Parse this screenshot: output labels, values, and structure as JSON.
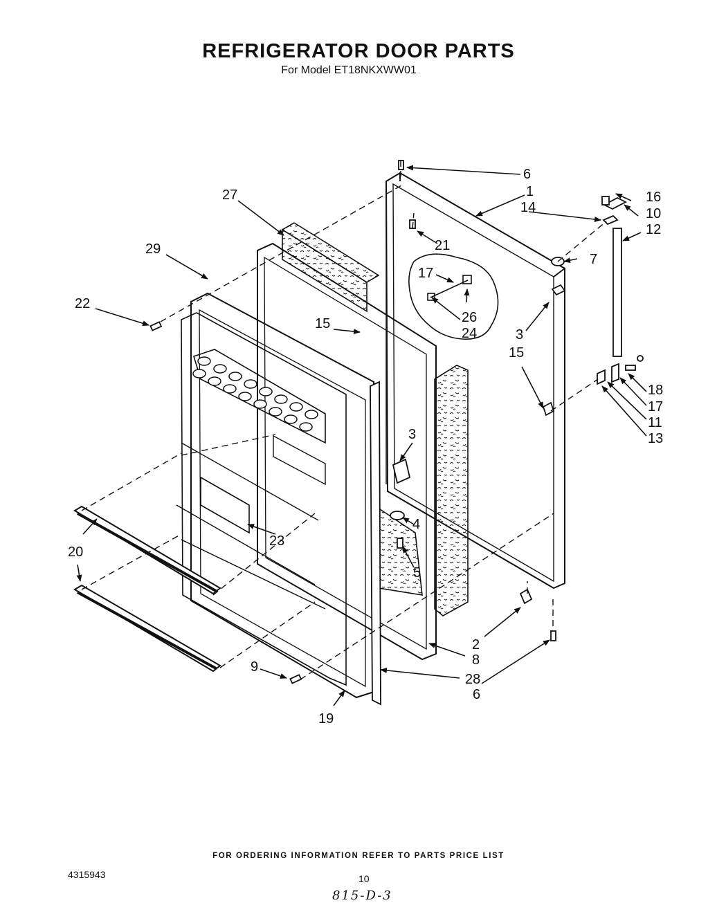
{
  "title": "REFRIGERATOR DOOR PARTS",
  "subtitle": "For Model ET18NKXWW01",
  "footer": "FOR ORDERING INFORMATION REFER TO PARTS PRICE LIST",
  "doc_number": "4315943",
  "page_number": "10",
  "handwritten_note": "815-D-3",
  "part_labels": [
    "6",
    "1",
    "16",
    "10",
    "14",
    "12",
    "27",
    "21",
    "7",
    "29",
    "17",
    "26",
    "22",
    "3",
    "24",
    "15",
    "15",
    "18",
    "17",
    "11",
    "13",
    "3",
    "4",
    "5",
    "20",
    "23",
    "2",
    "8",
    "9",
    "28",
    "6",
    "19"
  ]
}
